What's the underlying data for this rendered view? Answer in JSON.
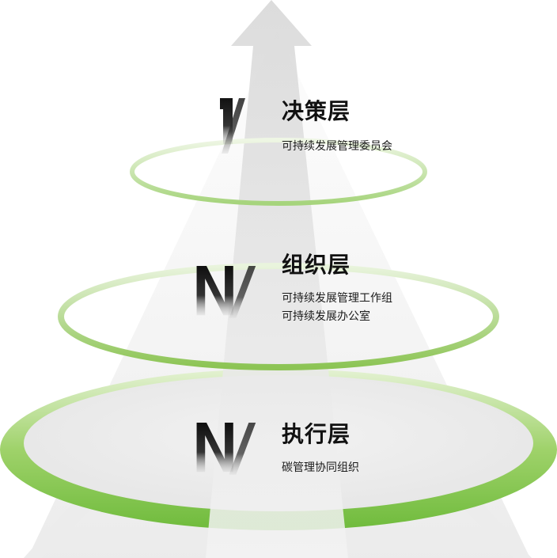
{
  "levels": [
    {
      "badge": "1",
      "title": "决策层",
      "lines": [
        "可持续发展管理委员会"
      ]
    },
    {
      "badge": "N",
      "title": "组织层",
      "lines": [
        "可持续发展管理工作组",
        "可持续发展办公室"
      ]
    },
    {
      "badge": "N",
      "title": "执行层",
      "lines": [
        "碳管理协同组织"
      ]
    }
  ],
  "colors": {
    "ring_green": "#8cc454",
    "ring_green_light": "#c9e6ab",
    "arrow_gray": "#d9d9d9",
    "text": "#111111"
  }
}
